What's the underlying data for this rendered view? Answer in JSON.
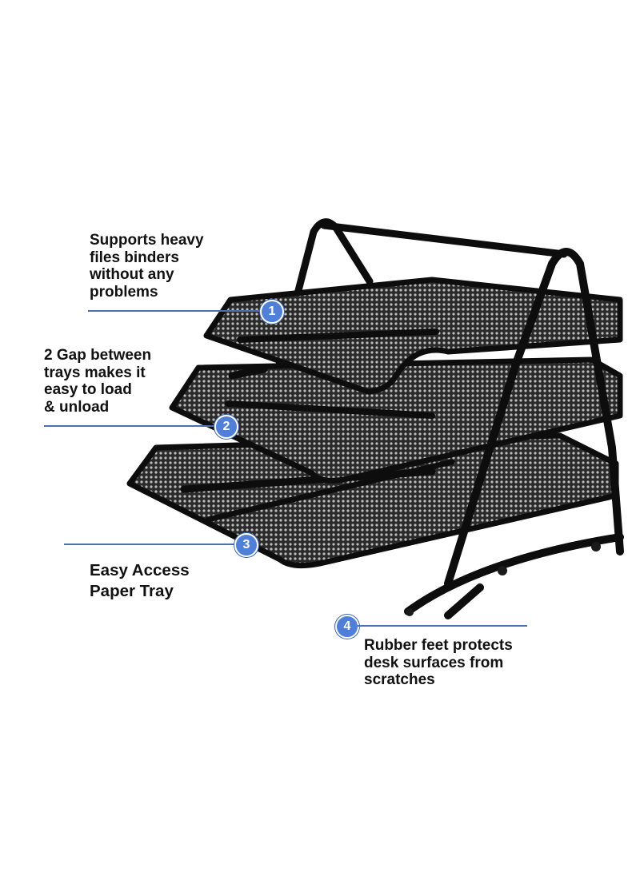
{
  "colors": {
    "background": "#ffffff",
    "text": "#111111",
    "accent": "#4f7fd6",
    "leader_line": "#4a6fb3",
    "metal": "#111111"
  },
  "product": {
    "icon": "three-tier-mesh-letter-tray-image"
  },
  "callouts": [
    {
      "number": "1",
      "lines": [
        "Supports heavy",
        "files binders",
        "without any",
        "problems"
      ]
    },
    {
      "number": "2",
      "lines": [
        "2 Gap between",
        "trays makes it",
        "easy to load",
        "& unload"
      ]
    },
    {
      "number": "3",
      "lines": [
        "Easy Access",
        "Paper Tray"
      ]
    },
    {
      "number": "4",
      "lines": [
        "Rubber feet protects",
        "desk surfaces from",
        "scratches"
      ]
    }
  ]
}
